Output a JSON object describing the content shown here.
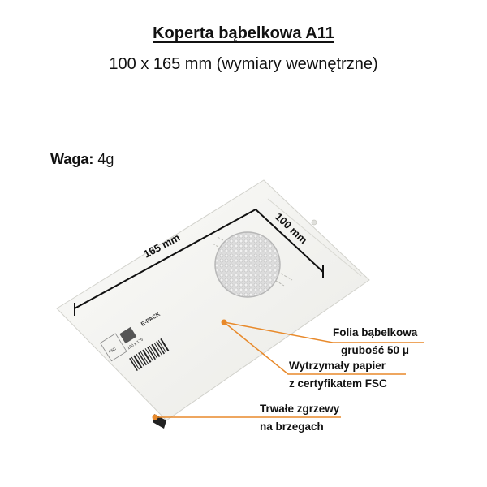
{
  "title": "Koperta bąbelkowa A11",
  "subtitle": "100 x 165 mm (wymiary wewnętrzne)",
  "weight": {
    "label": "Waga:",
    "value": "4g"
  },
  "dimensions": {
    "length": "165 mm",
    "width": "100 mm"
  },
  "envelope_print": {
    "brand": "E-PACK",
    "fsc": "FSC",
    "size_code": "120 x 175"
  },
  "callouts": [
    {
      "line1": "Folia bąbelkowa",
      "line2": "grubość 50 μ"
    },
    {
      "line1": "Wytrzymały papier",
      "line2": "z certyfikatem FSC"
    },
    {
      "line1": "Trwałe zgrzewy",
      "line2": "na brzegach"
    }
  ],
  "colors": {
    "callout_line": "#e8892a",
    "callout_dot": "#e8892a",
    "envelope": "#f4f4f1"
  }
}
